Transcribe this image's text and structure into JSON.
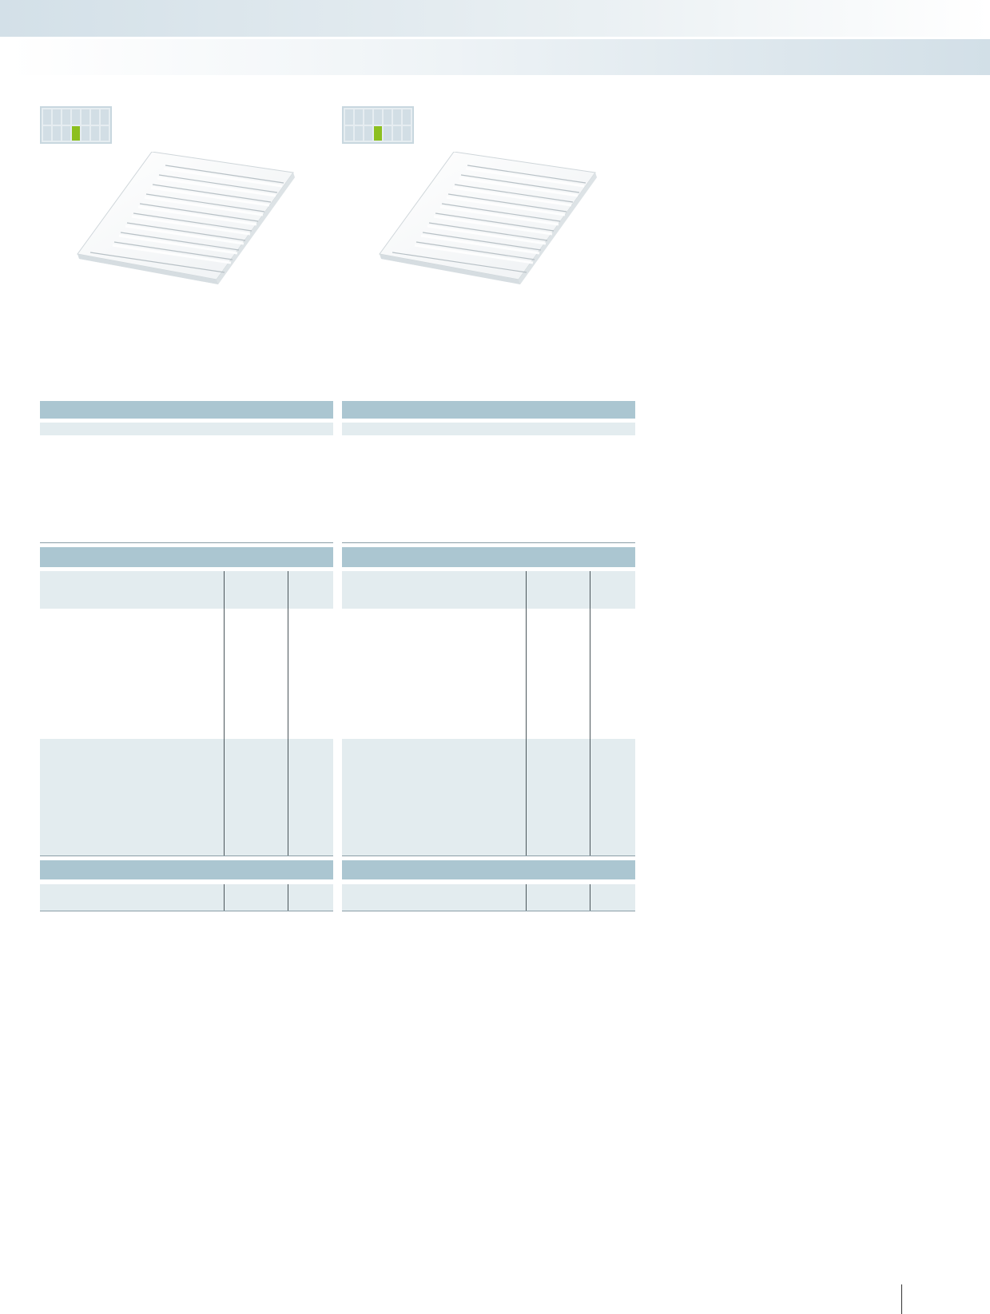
{
  "header": {
    "title": "",
    "subtitle": ""
  },
  "colors": {
    "header_band": "#d3e0e8",
    "table_header": "#abc6d1",
    "table_row_light": "#e3ecef",
    "highlight_cell": "#8cbf1f"
  },
  "products": [
    {
      "position_icon": {
        "rows": 2,
        "cols": 7,
        "highlighted_row": 2,
        "highlighted_col": 4
      },
      "image_icon": "marker-card-image"
    },
    {
      "position_icon": {
        "rows": 2,
        "cols": 7,
        "highlighted_row": 2,
        "highlighted_col": 4
      },
      "image_icon": "marker-card-image"
    }
  ],
  "page": {
    "number": ""
  }
}
